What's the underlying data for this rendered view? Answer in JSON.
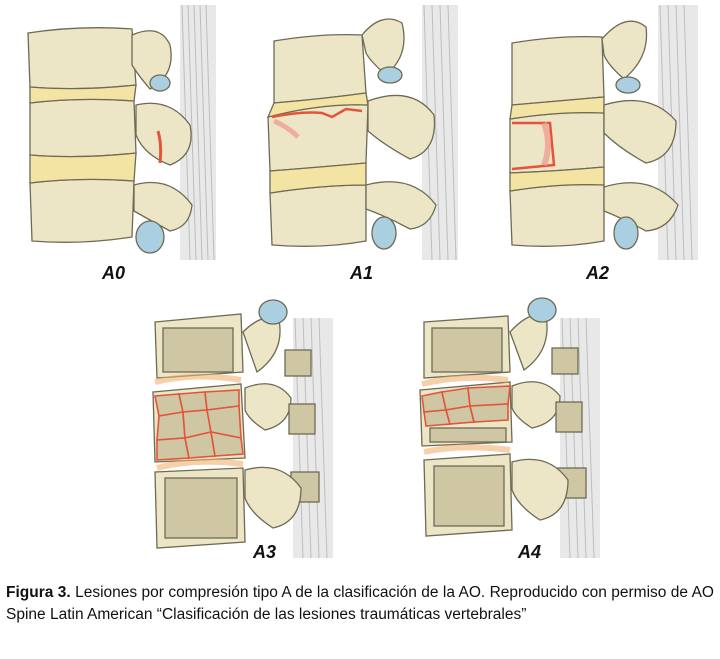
{
  "colors": {
    "bone": "#ece6c6",
    "bone_shadow": "#d8cfa6",
    "outline": "#6e6a55",
    "disc": "#f4e4a4",
    "ligament": "#c8c8c8",
    "cartilage": "#a9cfe0",
    "fracture": "#e2553b",
    "cancellous": "#cfc6a4"
  },
  "panels": [
    {
      "label": "A0"
    },
    {
      "label": "A1"
    },
    {
      "label": "A2"
    },
    {
      "label": "A3"
    },
    {
      "label": "A4"
    }
  ],
  "caption": {
    "lead": "Figura 3.",
    "text": " Lesiones por compresión tipo A de la clasificación de la AO. Reproducido con permiso de AO Spine Latin American “Clasificación de las lesiones traumáticas vertebrales”"
  }
}
